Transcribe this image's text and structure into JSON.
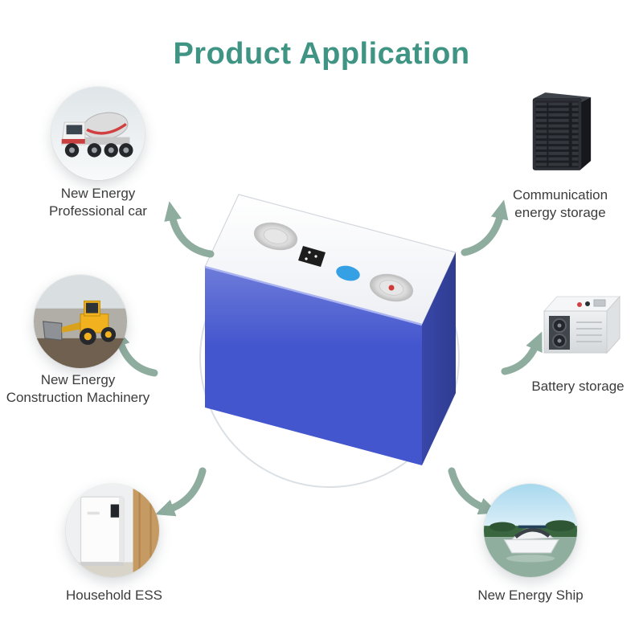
{
  "page": {
    "title": "Product Application",
    "colors": {
      "title": "#3F9484",
      "arrow": "#8FAD9F",
      "label_text": "#3C3C3C",
      "battery_blue": "#4456CE"
    }
  },
  "center": {
    "icon": "prismatic-battery-cell"
  },
  "applications": [
    {
      "id": "professional-car",
      "icon": "truck-icon",
      "label": "New Energy Professional car",
      "label_lines": [
        "New Energy",
        "Professional car"
      ]
    },
    {
      "id": "construction-machinery",
      "icon": "wheel-loader-icon",
      "label": "New Energy Construction Machinery",
      "label_lines": [
        "New Energy",
        "Construction Machinery"
      ]
    },
    {
      "id": "household-ess",
      "icon": "home-ess-icon",
      "label": "Household ESS",
      "label_lines": [
        "Household ESS"
      ]
    },
    {
      "id": "communication-energy-storage",
      "icon": "server-rack-icon",
      "label": "Communication energy storage",
      "label_lines": [
        "Communication",
        "energy storage"
      ]
    },
    {
      "id": "battery-storage",
      "icon": "battery-cabinet-icon",
      "label": "Battery storage",
      "label_lines": [
        "Battery storage"
      ]
    },
    {
      "id": "new-energy-ship",
      "icon": "solar-ship-icon",
      "label": "New Energy Ship",
      "label_lines": [
        "New Energy Ship"
      ]
    }
  ]
}
